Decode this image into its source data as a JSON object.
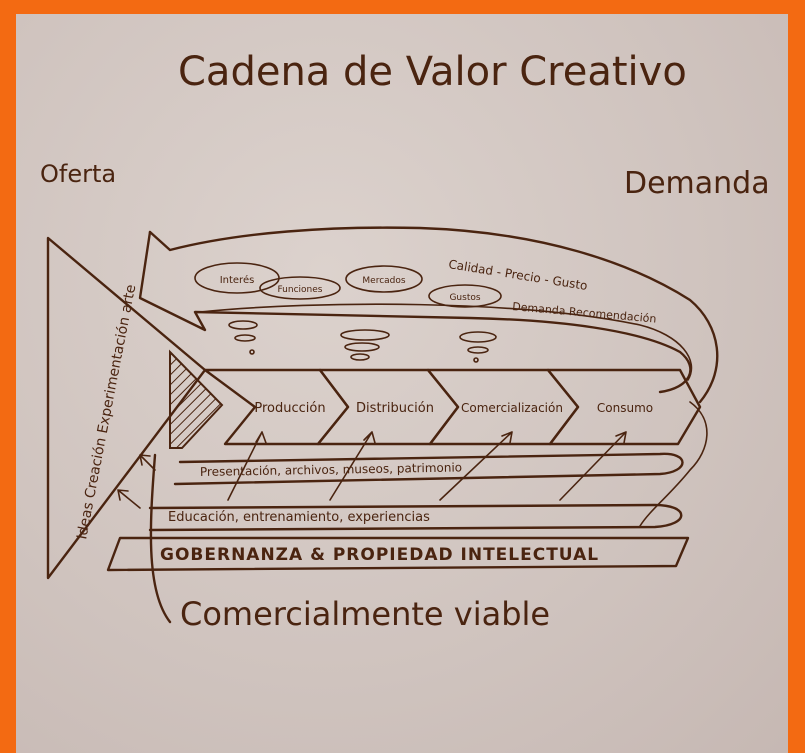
{
  "title": "Cadena de Valor Creativo",
  "left_label": "Oferta",
  "right_label": "Demanda",
  "triangle_text": "Ideas Creación Experimentación arte",
  "chain_steps": [
    "Producción",
    "Distribución",
    "Comercialización",
    "Consumo"
  ],
  "feedback_ovals": [
    "Interés",
    "Funciones",
    "Mercados",
    "Gustos"
  ],
  "feedback_text_1": "Calidad - Precio - Gusto",
  "feedback_text_2": "Demanda Recomendación",
  "layer_1": "Presentación, archivos, museos, patrimonio",
  "layer_2": "Educación, entrenamiento, experiencias",
  "governance": "GOBERNANZA & PROPIEDAD INTELECTUAL",
  "bottom_label": "Comercialmente viable",
  "colors": {
    "ink": "#4a2410",
    "paper": "#d3c7c2",
    "border": "#f36a12"
  }
}
